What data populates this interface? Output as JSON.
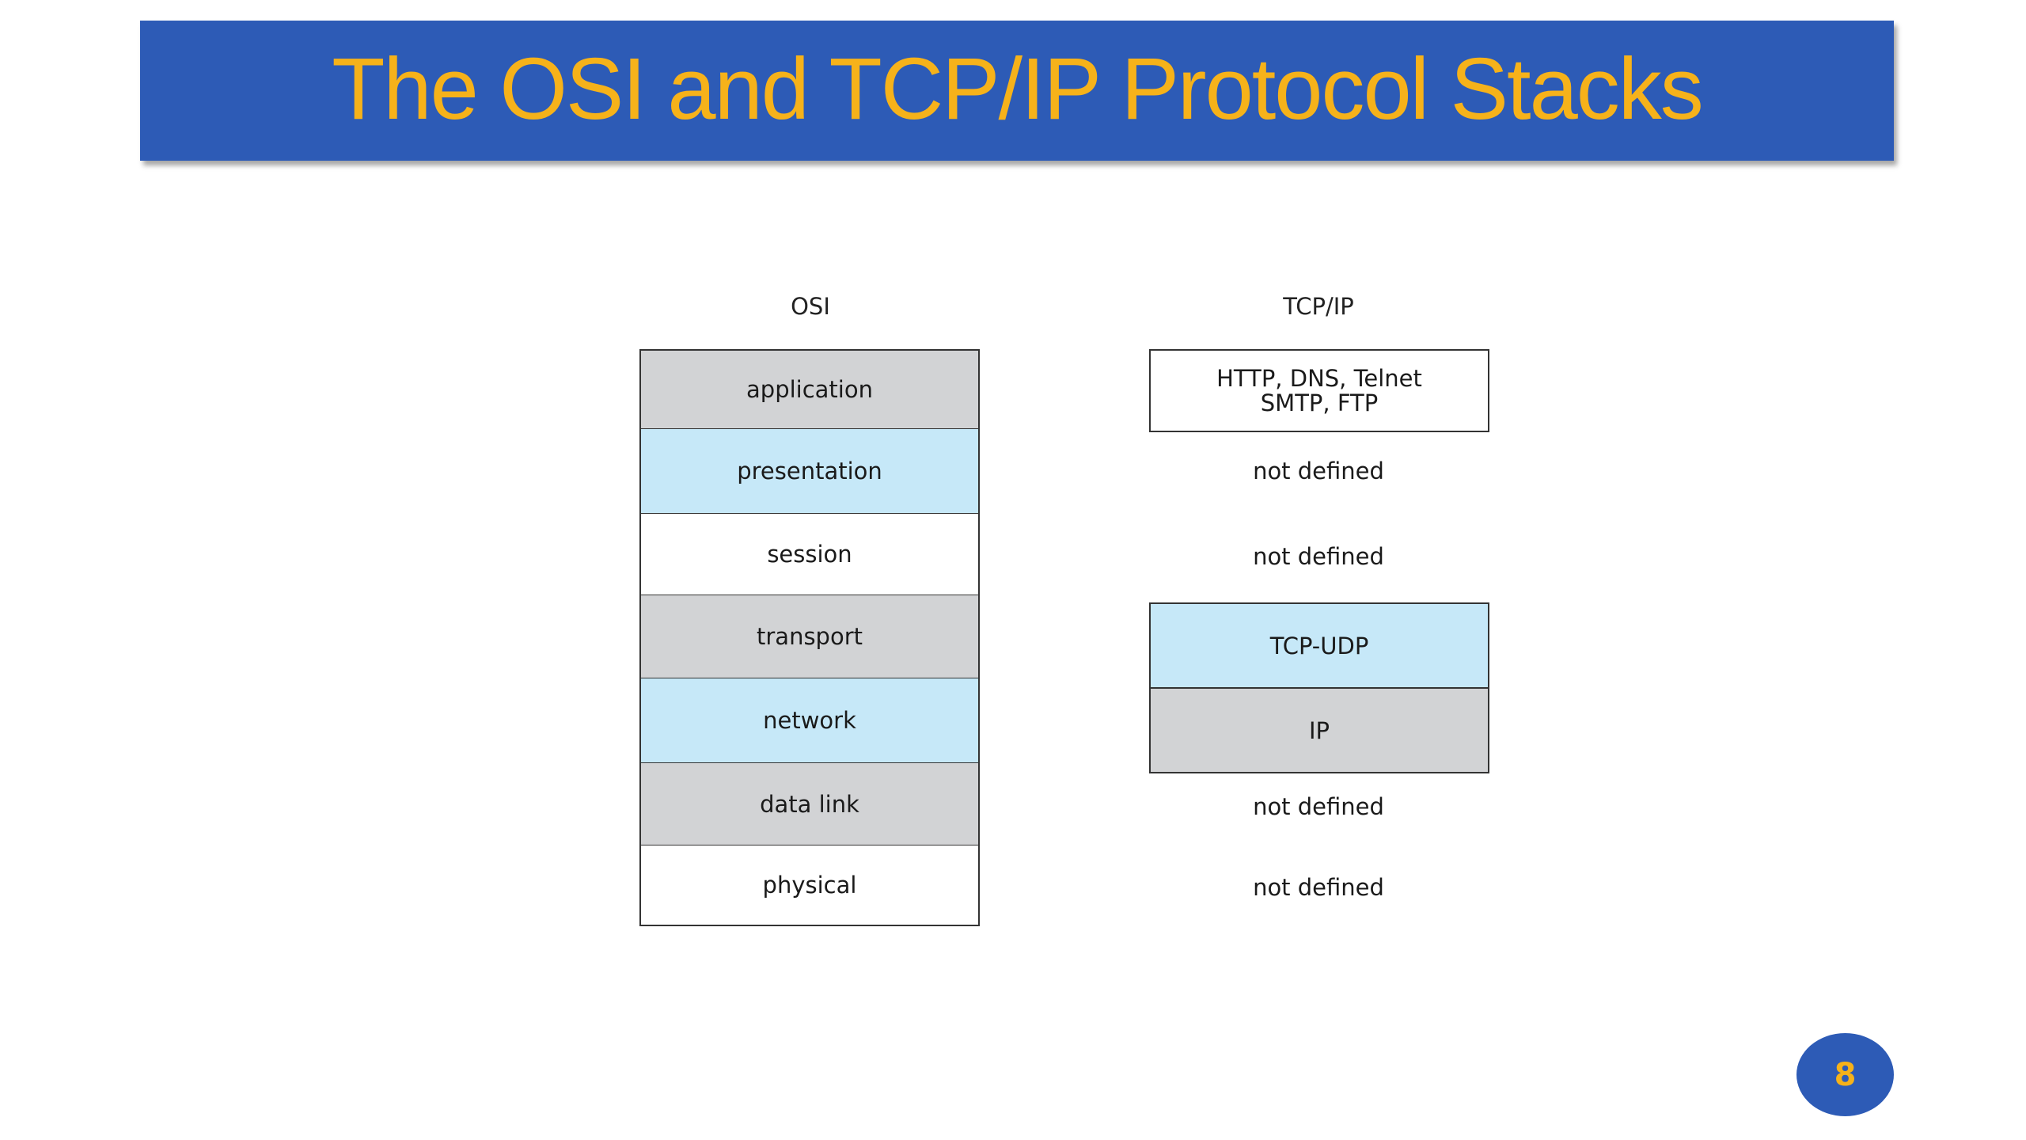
{
  "slide": {
    "title": "The OSI and TCP/IP Protocol Stacks",
    "page_number": "8",
    "colors": {
      "banner": "#2d5bb6",
      "title_text": "#f6b21a",
      "layer_gray": "#d2d3d5",
      "layer_blue": "#c6e8f8",
      "layer_white": "#ffffff"
    }
  },
  "osi": {
    "header": "OSI",
    "layers": [
      {
        "label": "application",
        "fill": "gray"
      },
      {
        "label": "presentation",
        "fill": "blue"
      },
      {
        "label": "session",
        "fill": "white"
      },
      {
        "label": "transport",
        "fill": "gray"
      },
      {
        "label": "network",
        "fill": "blue"
      },
      {
        "label": "data link",
        "fill": "gray"
      },
      {
        "label": "physical",
        "fill": "white"
      }
    ]
  },
  "tcpip": {
    "header": "TCP/IP",
    "application_line1": "HTTP, DNS, Telnet",
    "application_line2": "SMTP, FTP",
    "presentation": "not defined",
    "session": "not defined",
    "transport": "TCP-UDP",
    "network": "IP",
    "data_link": "not defined",
    "physical": "not defined"
  }
}
